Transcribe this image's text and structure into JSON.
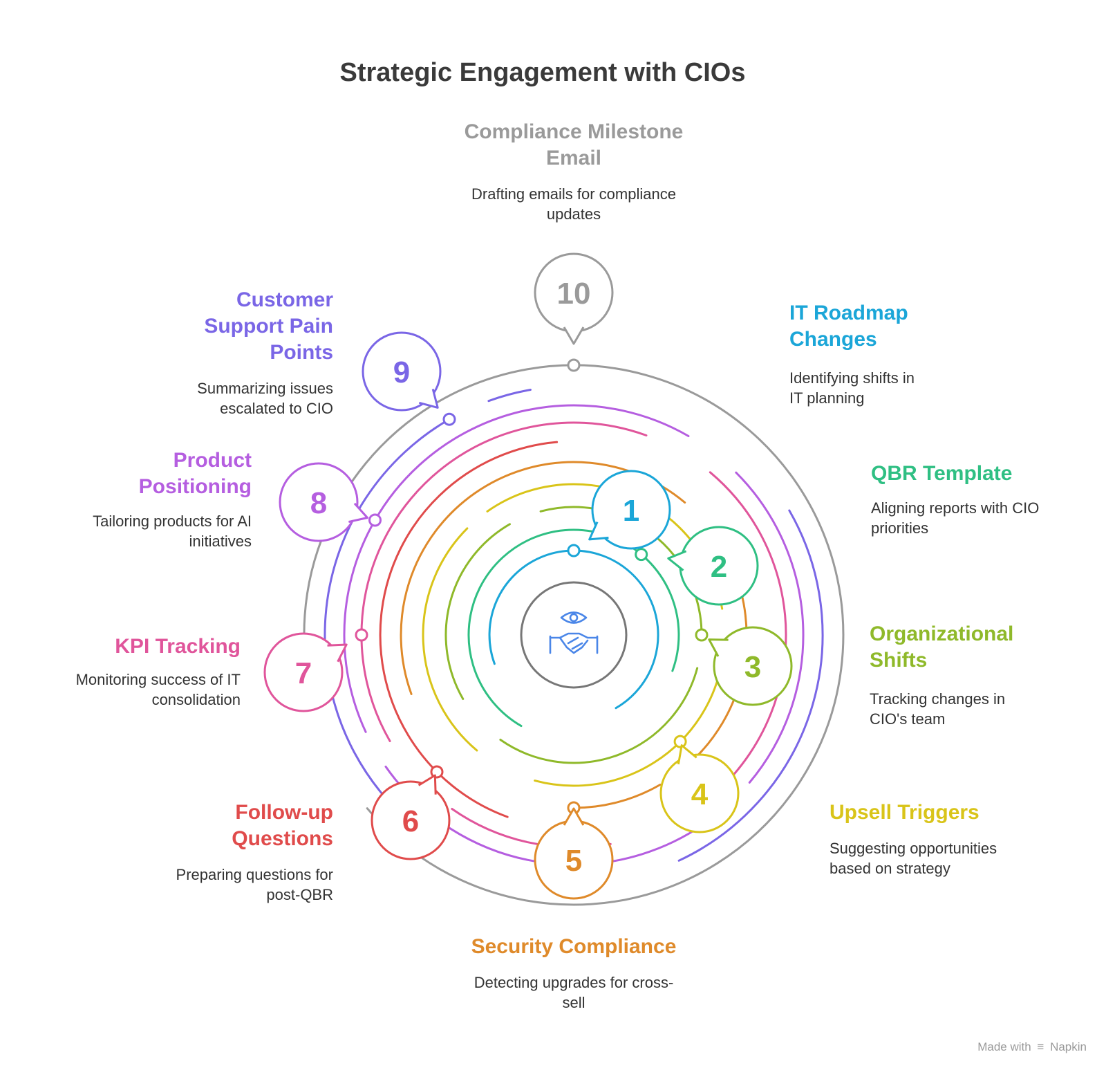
{
  "title": "Strategic Engagement with CIOs",
  "center_icon": "handshake-eye-icon",
  "footer": {
    "made_with": "Made with",
    "brand": "Napkin",
    "brand_icon": "napkin-logo-icon"
  },
  "steps": [
    {
      "number": "1",
      "color": "#1ba6d8",
      "title": "IT Roadmap Changes",
      "description": "Identifying shifts in IT planning"
    },
    {
      "number": "2",
      "color": "#2fbf83",
      "title": "QBR Template",
      "description": "Aligning reports with CIO priorities"
    },
    {
      "number": "3",
      "color": "#8fb92a",
      "title": "Organizational Shifts",
      "description": "Tracking changes in CIO's team"
    },
    {
      "number": "4",
      "color": "#d9c419",
      "title": "Upsell Triggers",
      "description": "Suggesting opportunities based on strategy"
    },
    {
      "number": "5",
      "color": "#df8a2a",
      "title": "Security Compliance",
      "description": "Detecting upgrades for cross-sell"
    },
    {
      "number": "6",
      "color": "#e04b4b",
      "title": "Follow-up Questions",
      "description": "Preparing questions for post-QBR"
    },
    {
      "number": "7",
      "color": "#e0559b",
      "title": "KPI Tracking",
      "description": "Monitoring success of IT consolidation"
    },
    {
      "number": "8",
      "color": "#b55ee0",
      "title": "Product Positioning",
      "description": "Tailoring products for AI initiatives"
    },
    {
      "number": "9",
      "color": "#7a66e6",
      "title": "Customer Support Pain Points",
      "description": "Summarizing issues escalated to CIO"
    },
    {
      "number": "10",
      "color": "#9a9a9a",
      "title": "Compliance Milestone Email",
      "description": "Drafting emails for compliance updates"
    }
  ]
}
